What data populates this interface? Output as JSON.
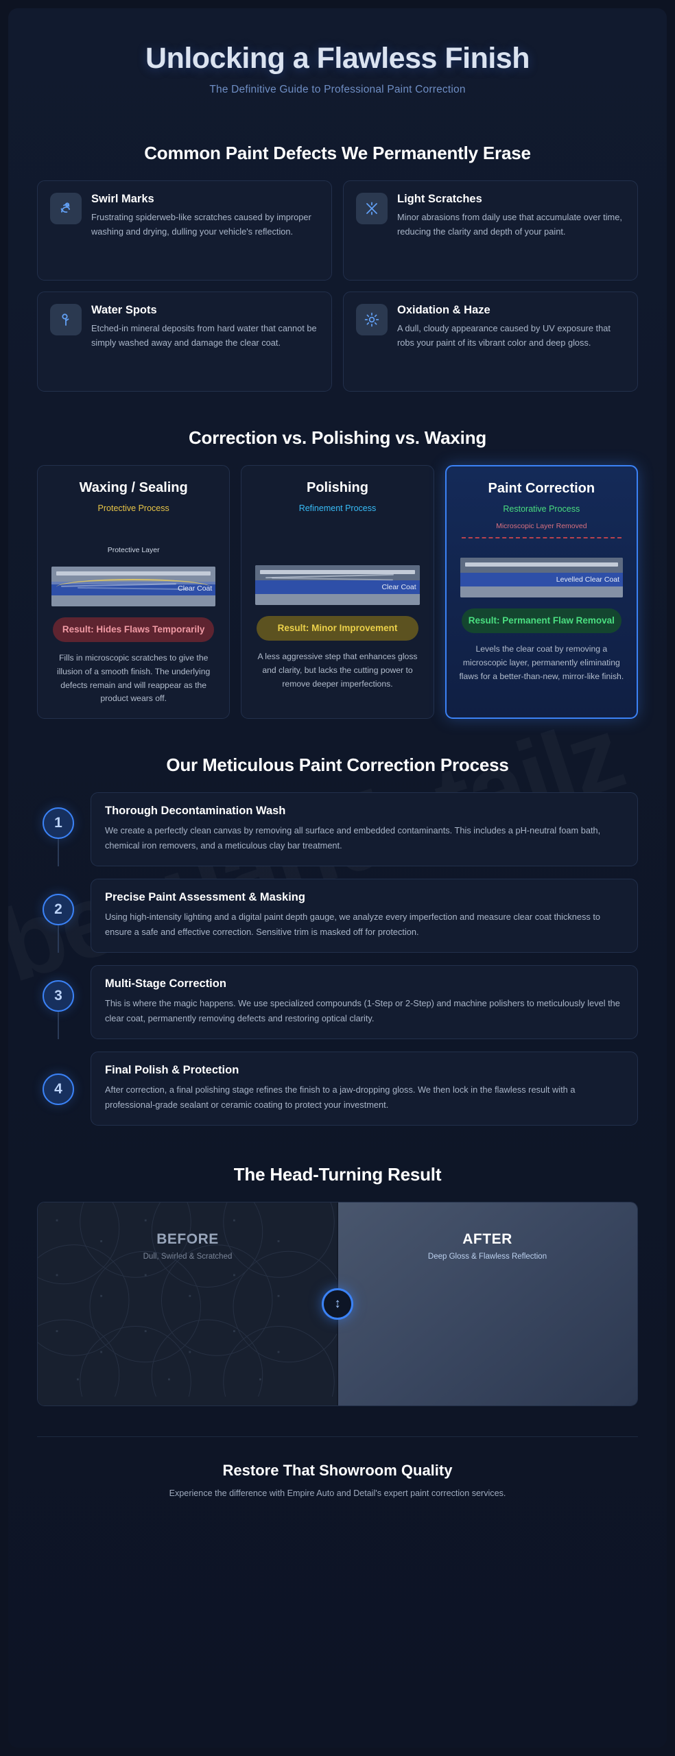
{
  "hero": {
    "title": "Unlocking a Flawless Finish",
    "subtitle": "The Definitive Guide to Professional Paint Correction"
  },
  "defects_section": {
    "title": "Common Paint Defects We Permanently Erase",
    "items": [
      {
        "icon": "swirl-marks-icon",
        "title": "Swirl Marks",
        "desc": "Frustrating spiderweb-like scratches caused by improper washing and drying, dulling your vehicle's reflection."
      },
      {
        "icon": "crossed-scratches-icon",
        "title": "Light Scratches",
        "desc": "Minor abrasions from daily use that accumulate over time, reducing the clarity and depth of your paint."
      },
      {
        "icon": "water-droplet-icon",
        "title": "Water Spots",
        "desc": "Etched-in mineral deposits from hard water that cannot be simply washed away and damage the clear coat."
      },
      {
        "icon": "sun-haze-icon",
        "title": "Oxidation & Haze",
        "desc": "A dull, cloudy appearance caused by UV exposure that robs your paint of its vibrant color and deep gloss."
      }
    ]
  },
  "comparison_section": {
    "title": "Correction vs. Polishing vs. Waxing",
    "cards": [
      {
        "name": "Waxing / Sealing",
        "tag": "Protective Process",
        "tag_color": "#e8c547",
        "note": "",
        "diagram_top_label": "Protective Layer",
        "diagram_clear_label": "Clear Coat",
        "result": "Result: Hides Flaws Temporarily",
        "result_style": "pill-red",
        "desc": "Fills in microscopic scratches to give the illusion of a smooth finish. The underlying defects remain and will reappear as the product wears off."
      },
      {
        "name": "Polishing",
        "tag": "Refinement Process",
        "tag_color": "#38bdf8",
        "note": "",
        "diagram_top_label": "",
        "diagram_clear_label": "Clear Coat",
        "result": "Result: Minor Improvement",
        "result_style": "pill-gold",
        "desc": "A less aggressive step that enhances gloss and clarity, but lacks the cutting power to remove deeper imperfections."
      },
      {
        "name": "Paint Correction",
        "tag": "Restorative Process",
        "tag_color": "#4ade80",
        "note": "Microscopic Layer Removed",
        "note_color": "#d9707f",
        "diagram_top_label": "",
        "diagram_clear_label": "Levelled Clear Coat",
        "result": "Result: Permanent Flaw Removal",
        "result_style": "pill-green",
        "desc": "Levels the clear coat by removing a microscopic layer, permanently eliminating flaws for a better-than-new, mirror-like finish."
      }
    ]
  },
  "process_section": {
    "title": "Our Meticulous Paint Correction Process",
    "steps": [
      {
        "number": "1",
        "title": "Thorough Decontamination Wash",
        "desc": "We create a perfectly clean canvas by removing all surface and embedded contaminants. This includes a pH-neutral foam bath, chemical iron removers, and a meticulous clay bar treatment."
      },
      {
        "number": "2",
        "title": "Precise Paint Assessment & Masking",
        "desc": "Using high-intensity lighting and a digital paint depth gauge, we analyze every imperfection and measure clear coat thickness to ensure a safe and effective correction. Sensitive trim is masked off for protection."
      },
      {
        "number": "3",
        "title": "Multi-Stage Correction",
        "desc": "This is where the magic happens. We use specialized compounds (1-Step or 2-Step) and machine polishers to meticulously level the clear coat, permanently removing defects and restoring optical clarity."
      },
      {
        "number": "4",
        "title": "Final Polish & Protection",
        "desc": "After correction, a final polishing stage refines the finish to a jaw-dropping gloss. We then lock in the flawless result with a professional-grade sealant or ceramic coating to protect your investment."
      }
    ]
  },
  "result_section": {
    "title": "The Head-Turning Result",
    "before_label": "BEFORE",
    "before_sub": "Dull, Swirled & Scratched",
    "after_label": "AFTER",
    "after_sub": "Deep Gloss & Flawless Reflection",
    "handle_icon": "↕"
  },
  "footer": {
    "title": "Restore That Showroom Quality",
    "text": "Experience the difference with Empire Auto and Detail's expert paint correction services."
  },
  "watermark": {
    "text": "beauandetailz"
  },
  "colors": {
    "background": "#0d1322",
    "card": "#131c30",
    "card_border": "#22304c",
    "accent_blue": "#3b82f6",
    "accent_icon": "#62a0f5",
    "heading": "#ffffff",
    "body_text": "#aab6c9"
  }
}
